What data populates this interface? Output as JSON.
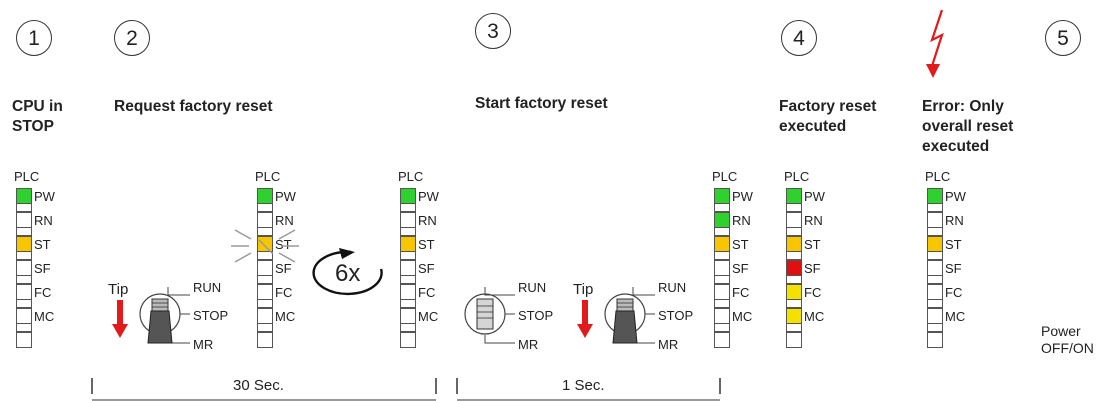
{
  "steps": [
    "1",
    "2",
    "3",
    "4",
    "5"
  ],
  "headings": {
    "h1": "CPU in\nSTOP",
    "h2": "Request factory reset",
    "h3": "Start factory reset",
    "h4": "Factory reset\nexecuted",
    "h5": "Error: Only\noverall reset\nexecuted"
  },
  "plc_label": "PLC",
  "led_labels": [
    "PW",
    "RN",
    "ST",
    "SF",
    "FC",
    "MC"
  ],
  "colors": {
    "green": "#2fd12f",
    "yellow": "#f7c600",
    "red": "#e01010",
    "light_yellow": "#f5e100",
    "arrow_red": "#e11b1b"
  },
  "switch_labels": {
    "run": "RUN",
    "stop": "STOP",
    "mr": "MR"
  },
  "tip_label": "Tip",
  "repeat_label": "6x",
  "timeline": {
    "t1": "30 Sec.",
    "t2": "1 Sec."
  },
  "power_label": "Power\nOFF/ON",
  "panels": [
    {
      "id": "p1",
      "leds": [
        "green",
        "off",
        "yellow",
        "off",
        "off",
        "off"
      ]
    },
    {
      "id": "p2",
      "leds": [
        "green",
        "off",
        "yellow",
        "off",
        "off",
        "off"
      ],
      "blink": 2
    },
    {
      "id": "p3",
      "leds": [
        "green",
        "off",
        "yellow",
        "off",
        "off",
        "off"
      ]
    },
    {
      "id": "p4",
      "leds": [
        "green",
        "green",
        "yellow",
        "off",
        "off",
        "off"
      ]
    },
    {
      "id": "p5",
      "leds": [
        "green",
        "off",
        "yellow",
        "red",
        "light_yellow",
        "light_yellow"
      ]
    },
    {
      "id": "p6",
      "leds": [
        "green",
        "off",
        "yellow",
        "off",
        "off",
        "off"
      ]
    }
  ]
}
